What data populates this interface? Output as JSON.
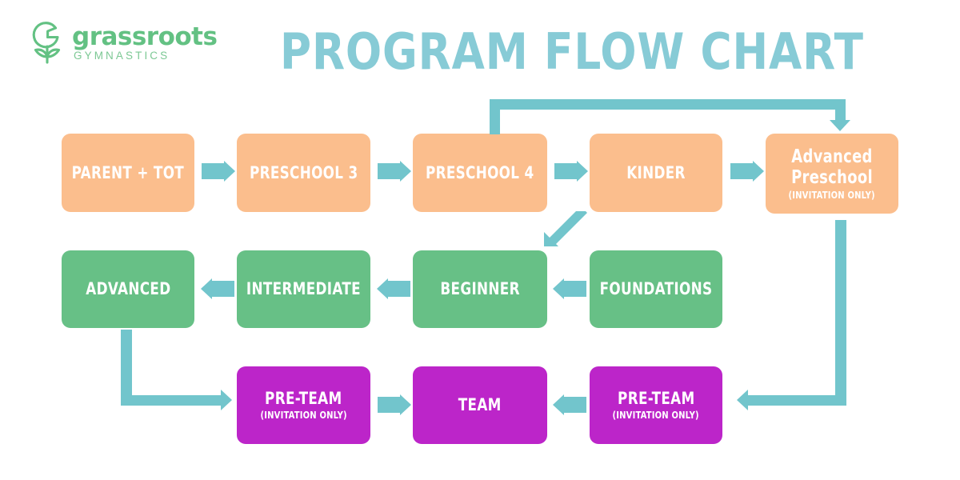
{
  "brand": {
    "name": "grassroots",
    "tagline": "GYMNASTICS",
    "logo_icon": "flower-g-logo-icon",
    "color": "#63C183"
  },
  "header": {
    "title": "PROGRAM FLOW CHART",
    "title_color": "#87CBD6"
  },
  "palette": {
    "peach": "#FBBE8D",
    "green": "#67C086",
    "purple": "#BC25C9",
    "teal_arrow": "#72C5CC",
    "background": "#FFFFFF",
    "node_text": "#FFFFFF"
  },
  "chart_data": {
    "type": "diagram",
    "title": "PROGRAM FLOW CHART",
    "rows": [
      {
        "name": "preschool-track",
        "color": "#FBBE8D",
        "nodes": [
          {
            "id": "parent-tot",
            "label": "PARENT + TOT",
            "sub": ""
          },
          {
            "id": "preschool-3",
            "label": "PRESCHOOL 3",
            "sub": ""
          },
          {
            "id": "preschool-4",
            "label": "PRESCHOOL 4",
            "sub": ""
          },
          {
            "id": "kinder",
            "label": "KINDER",
            "sub": ""
          },
          {
            "id": "advanced-preschool",
            "label": "Advanced Preschool",
            "sub": "(INVITATION ONLY)"
          }
        ]
      },
      {
        "name": "recreational-track",
        "color": "#67C086",
        "nodes": [
          {
            "id": "advanced",
            "label": "ADVANCED",
            "sub": ""
          },
          {
            "id": "intermediate",
            "label": "INTERMEDIATE",
            "sub": ""
          },
          {
            "id": "beginner",
            "label": "BEGINNER",
            "sub": ""
          },
          {
            "id": "foundations",
            "label": "FOUNDATIONS",
            "sub": ""
          }
        ]
      },
      {
        "name": "competitive-track",
        "color": "#BC25C9",
        "nodes": [
          {
            "id": "pre-team-left",
            "label": "PRE-TEAM",
            "sub": "(INVITATION ONLY)"
          },
          {
            "id": "team",
            "label": "TEAM",
            "sub": ""
          },
          {
            "id": "pre-team-right",
            "label": "PRE-TEAM",
            "sub": "(INVITATION ONLY)"
          }
        ]
      }
    ],
    "edges": [
      {
        "from": "parent-tot",
        "to": "preschool-3",
        "style": "straight-right"
      },
      {
        "from": "preschool-3",
        "to": "preschool-4",
        "style": "straight-right"
      },
      {
        "from": "preschool-4",
        "to": "kinder",
        "style": "straight-right"
      },
      {
        "from": "kinder",
        "to": "advanced-preschool",
        "style": "straight-right"
      },
      {
        "from": "preschool-4",
        "to": "advanced-preschool",
        "style": "up-over-down"
      },
      {
        "from": "preschool-4",
        "to": "beginner",
        "style": "diagonal-down-left"
      },
      {
        "from": "foundations",
        "to": "beginner",
        "style": "straight-left"
      },
      {
        "from": "beginner",
        "to": "intermediate",
        "style": "straight-left"
      },
      {
        "from": "intermediate",
        "to": "advanced",
        "style": "straight-left"
      },
      {
        "from": "advanced",
        "to": "pre-team-left",
        "style": "down-over-right"
      },
      {
        "from": "pre-team-left",
        "to": "team",
        "style": "straight-right"
      },
      {
        "from": "pre-team-right",
        "to": "team",
        "style": "straight-left"
      },
      {
        "from": "advanced-preschool",
        "to": "pre-team-right",
        "style": "down-over-left"
      }
    ]
  },
  "nodes": {
    "parent_tot": {
      "label": "PARENT + TOT"
    },
    "preschool_3": {
      "label": "PRESCHOOL 3"
    },
    "preschool_4": {
      "label": "PRESCHOOL 4"
    },
    "kinder": {
      "label": "KINDER"
    },
    "advanced_preschool": {
      "label": "Advanced Preschool",
      "sub": "(INVITATION ONLY)"
    },
    "advanced": {
      "label": "ADVANCED"
    },
    "intermediate": {
      "label": "INTERMEDIATE"
    },
    "beginner": {
      "label": "BEGINNER"
    },
    "foundations": {
      "label": "FOUNDATIONS"
    },
    "pre_team_left": {
      "label": "PRE-TEAM",
      "sub": "(INVITATION ONLY)"
    },
    "team": {
      "label": "TEAM"
    },
    "pre_team_right": {
      "label": "PRE-TEAM",
      "sub": "(INVITATION ONLY)"
    }
  }
}
